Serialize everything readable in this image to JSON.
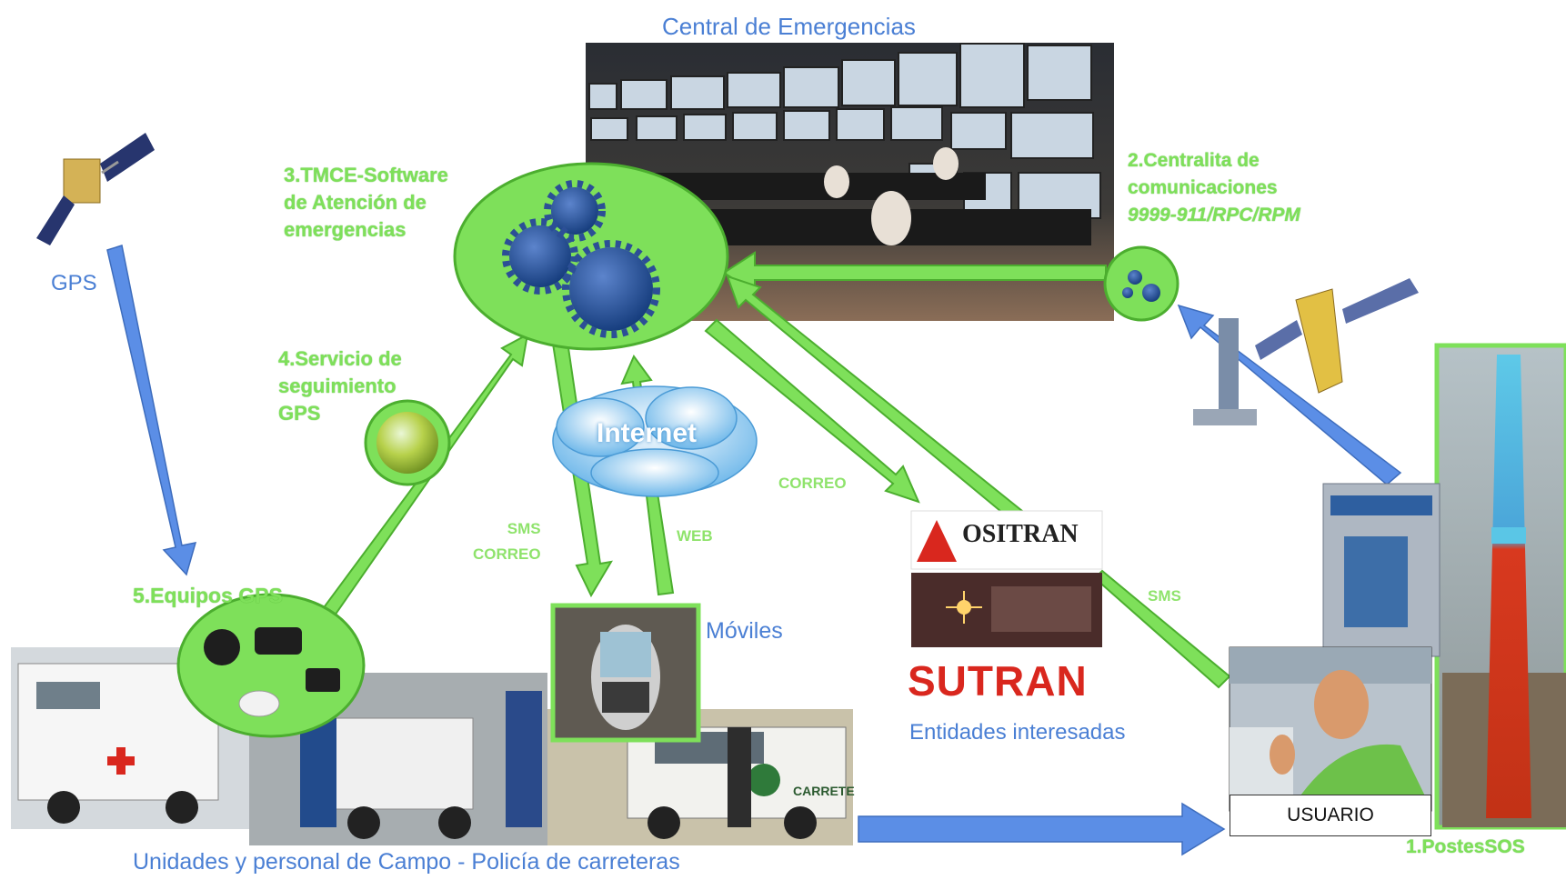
{
  "titles": {
    "central": "Central de Emergencias",
    "campo": "Unidades y personal de Campo -  Policía de carreteras",
    "entidades": "Entidades interesadas",
    "moviles": "Móviles",
    "gps": "GPS",
    "usuario": "USUARIO"
  },
  "steps": {
    "s1": "1.PostesSOS",
    "s2_line1": "2.Centralita de",
    "s2_line2": "comunicaciones",
    "s2_line3": "9999-911/RPC/RPM",
    "s3_line1": "3.TMCE-Software",
    "s3_line2": "de Atención de",
    "s3_line3": "emergencias",
    "s4_line1": "4.Servicio de",
    "s4_line2": "seguimiento",
    "s4_line3": "GPS",
    "s5": "5.Equipos GPS"
  },
  "links": {
    "internet": "Internet",
    "sms_correo_1": "SMS",
    "sms_correo_2": "CORREO",
    "web": "WEB",
    "correo": "CORREO",
    "sms": "SMS"
  },
  "logos": {
    "ositran": "OSITRAN",
    "sutran": "SUTRAN",
    "carretera": "CARRETE"
  },
  "colors": {
    "green": "#7ee05a",
    "blue": "#5b8ee6",
    "red": "#d9271e"
  }
}
